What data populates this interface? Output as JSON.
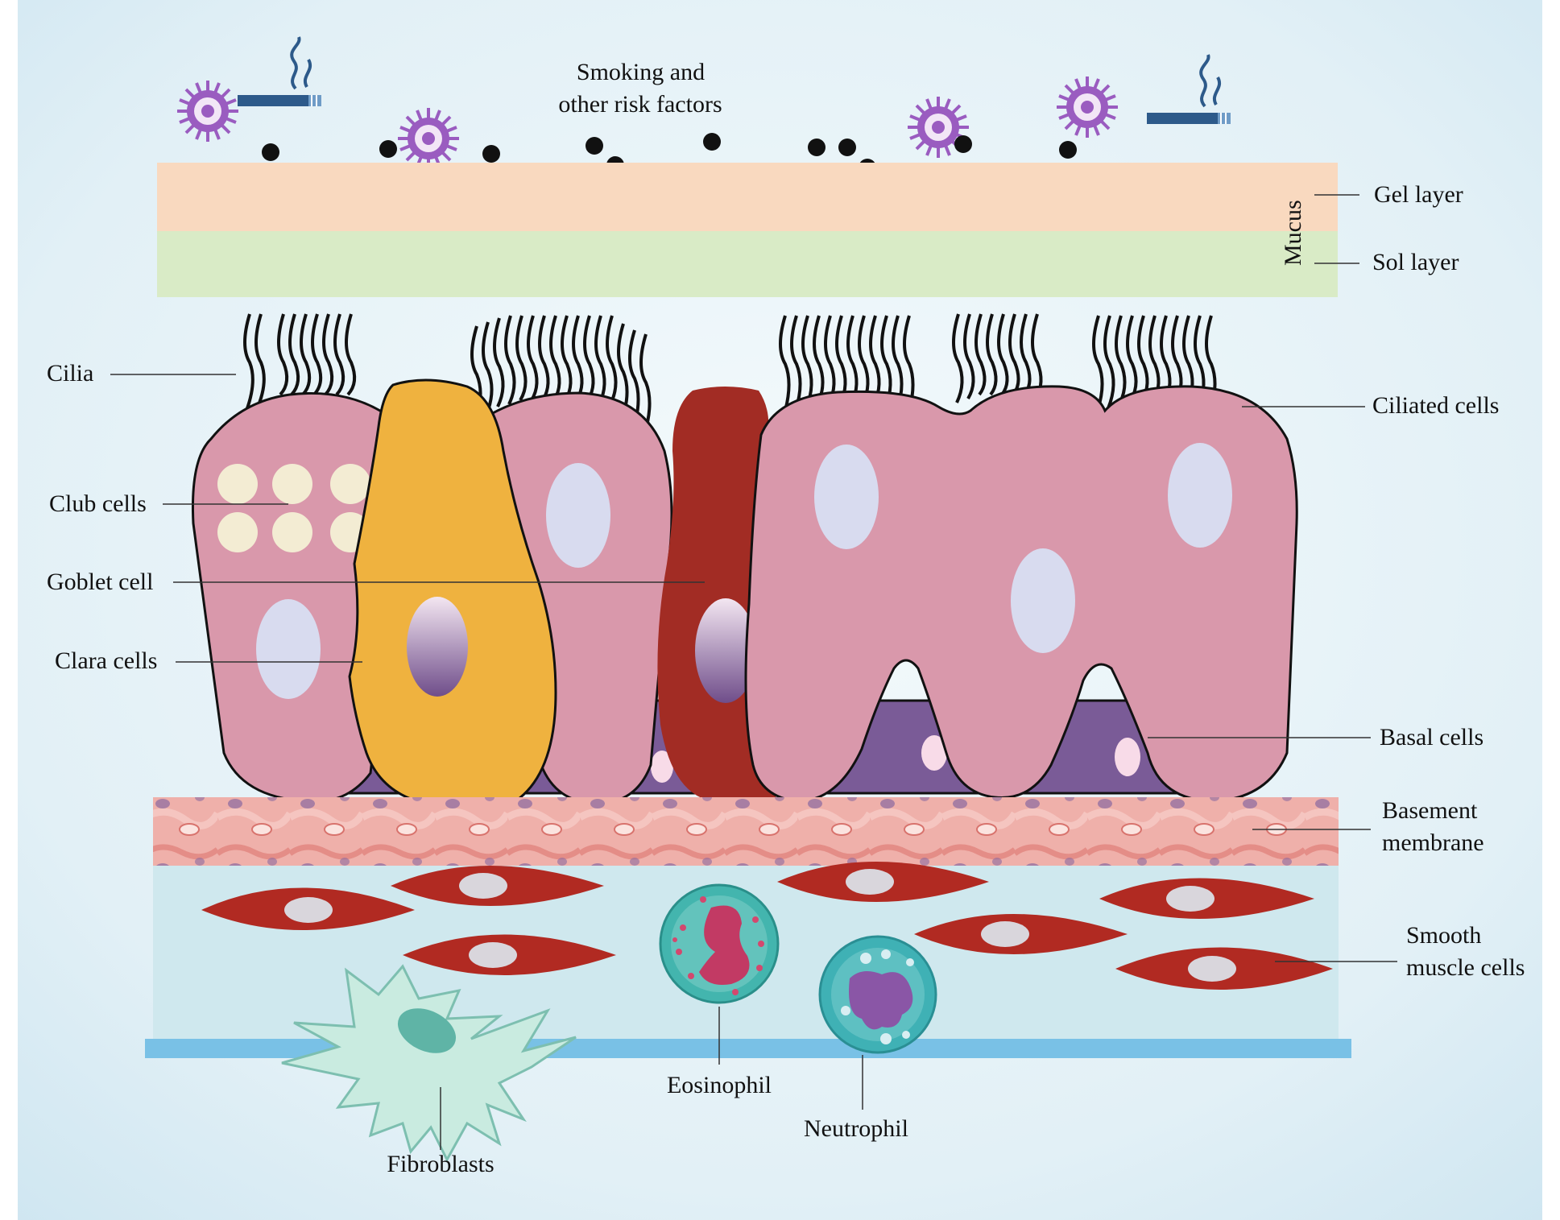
{
  "labels": {
    "risk_factors_line1": "Smoking and",
    "risk_factors_line2": "other risk factors",
    "mucus": "Mucus",
    "gel_layer": "Gel layer",
    "sol_layer": "Sol layer",
    "cilia": "Cilia",
    "ciliated_cells": "Ciliated cells",
    "club_cells": "Club cells",
    "goblet_cell": "Goblet cell",
    "clara_cells": "Clara cells",
    "basal_cells": "Basal cells",
    "basement_membrane_line1": "Basement",
    "basement_membrane_line2": "membrane",
    "smooth_muscle_line1": "Smooth",
    "smooth_muscle_line2": "muscle cells",
    "eosinophil": "Eosinophil",
    "neutrophil": "Neutrophil",
    "fibroblasts": "Fibroblasts"
  },
  "icons": [
    "virus-icon",
    "cigarette-icon",
    "particle-icon"
  ],
  "colors": {
    "background": "#dcedf5",
    "gel_layer": "#f9d9bf",
    "sol_layer": "#d9ebc6",
    "ciliated_cell": "#d998ab",
    "goblet_cell": "#a22c24",
    "clara_cell": "#efb23f",
    "club_granule": "#f3ecd3",
    "basal_cell": "#7a5b97",
    "basement_membrane": "#eaa39e",
    "smooth_muscle_cell": "#b12a22",
    "submucosa": "#cfe8ee",
    "eosinophil": "#43b5ae",
    "neutrophil": "#3fb1b5",
    "fibroblast": "#c9ebe0",
    "virus": "#9a5cc0",
    "nucleus": "#d8dbef"
  }
}
